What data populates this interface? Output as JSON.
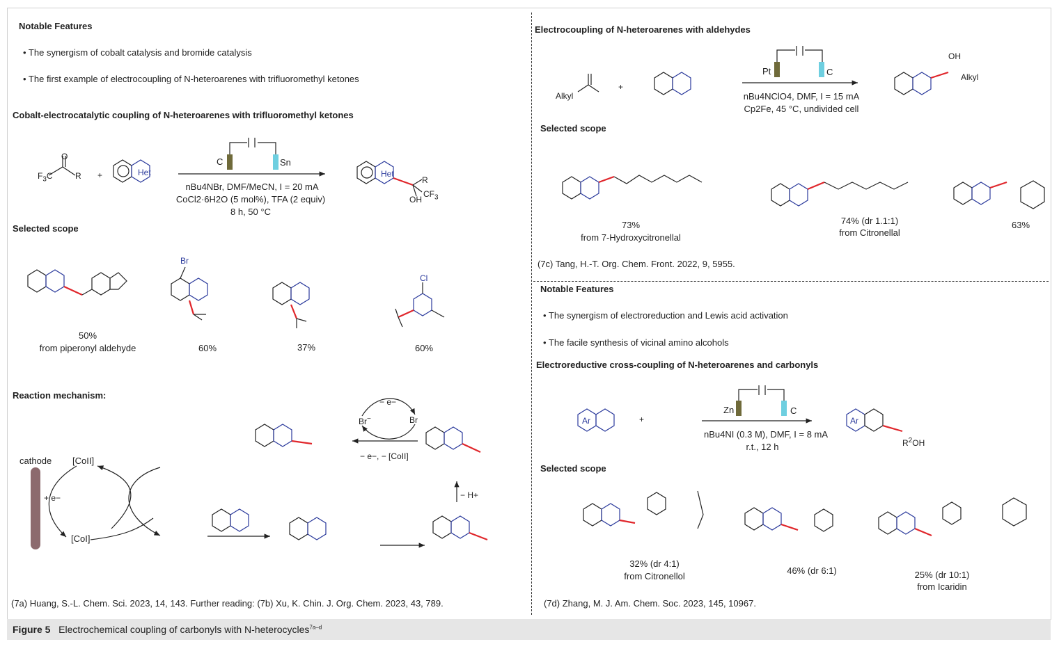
{
  "left": {
    "features_title": "Notable Features",
    "bullet1": "• The synergism of cobalt catalysis and bromide catalysis",
    "bullet2": "• The first example of electrocoupling of N-heteroarenes with trifluoromethyl ketones",
    "section_title": "Cobalt-electrocatalytic coupling of N-heteroarenes with trifluoromethyl ketones",
    "cond1": "nBu4NBr, DMF/MeCN, I = 20 mA",
    "cond2": "CoCl2·6H2O (5 mol%), TFA (2 equiv)",
    "cond3": "8 h, 50 °C",
    "electrode_left": "C",
    "electrode_right": "Sn",
    "scope_title": "Selected scope",
    "scope": [
      {
        "yield": "50%",
        "note": "from piperonyl aldehyde"
      },
      {
        "yield": "60%",
        "note": ""
      },
      {
        "yield": "37%",
        "note": ""
      },
      {
        "yield": "60%",
        "note": ""
      }
    ],
    "mech_title": "Reaction mechanism:",
    "cathode": "cathode",
    "electron": "+ e−",
    "oxidation": "− e−",
    "oxidation2": "− e−, − [CoII]",
    "deprot": "− H+",
    "co2": "[CoII]",
    "co1": "[CoI]",
    "ref": "(7a) Huang, S.-L. Chem. Sci. 2023, 14, 143. Further reading: (7b) Xu, K. Chin. J. Org. Chem. 2023, 43, 789."
  },
  "right_top": {
    "section_title": "Electrocoupling of N-heteroarenes with aldehydes",
    "electrode_left": "Pt",
    "electrode_right": "C",
    "cond1": "nBu4NClO4, DMF, I = 15 mA",
    "cond2": "Cp2Fe, 45 °C, undivided cell",
    "scope_title": "Selected scope",
    "scope": [
      {
        "yield": "73%",
        "note": "from 7-Hydroxycitronellal"
      },
      {
        "yield": "74% (dr 1.1:1)",
        "note": "from Citronellal"
      },
      {
        "yield": "63%",
        "note": ""
      }
    ],
    "ref": "(7c) Tang, H.-T. Org. Chem. Front. 2022, 9, 5955."
  },
  "right_bottom": {
    "features_title": "Notable Features",
    "bullet1": "• The synergism of electroreduction and Lewis acid activation",
    "bullet2": "• The facile synthesis of vicinal amino alcohols",
    "section_title": "Electroreductive cross-coupling of N-heteroarenes and carbonyls",
    "electrode_left": "Zn",
    "electrode_right": "C",
    "cond1": "nBu4NI (0.3 M), DMF, I = 8 mA",
    "cond2": "r.t., 12 h",
    "scope_title": "Selected scope",
    "scope": [
      {
        "yield": "32% (dr 4:1)",
        "note": "from Citronellol"
      },
      {
        "yield": "46% (dr 6:1)",
        "note": ""
      },
      {
        "yield": "25% (dr 10:1)",
        "note": "from Icaridin"
      }
    ],
    "ref": "(7d) Zhang, M. J. Am. Chem. Soc. 2023, 145, 10967."
  },
  "caption": {
    "label": "Figure 5",
    "text": "Electrochemical coupling of carbonyls with N-heterocycles",
    "sup": "7a–d"
  },
  "colors": {
    "bond_red": "#e0262b",
    "n_blue": "#2b3a9c",
    "electrode_olive": "#6f6a3a",
    "electrode_cyan": "#6ecfe0",
    "cathode_rod": "#8c6a6e"
  }
}
